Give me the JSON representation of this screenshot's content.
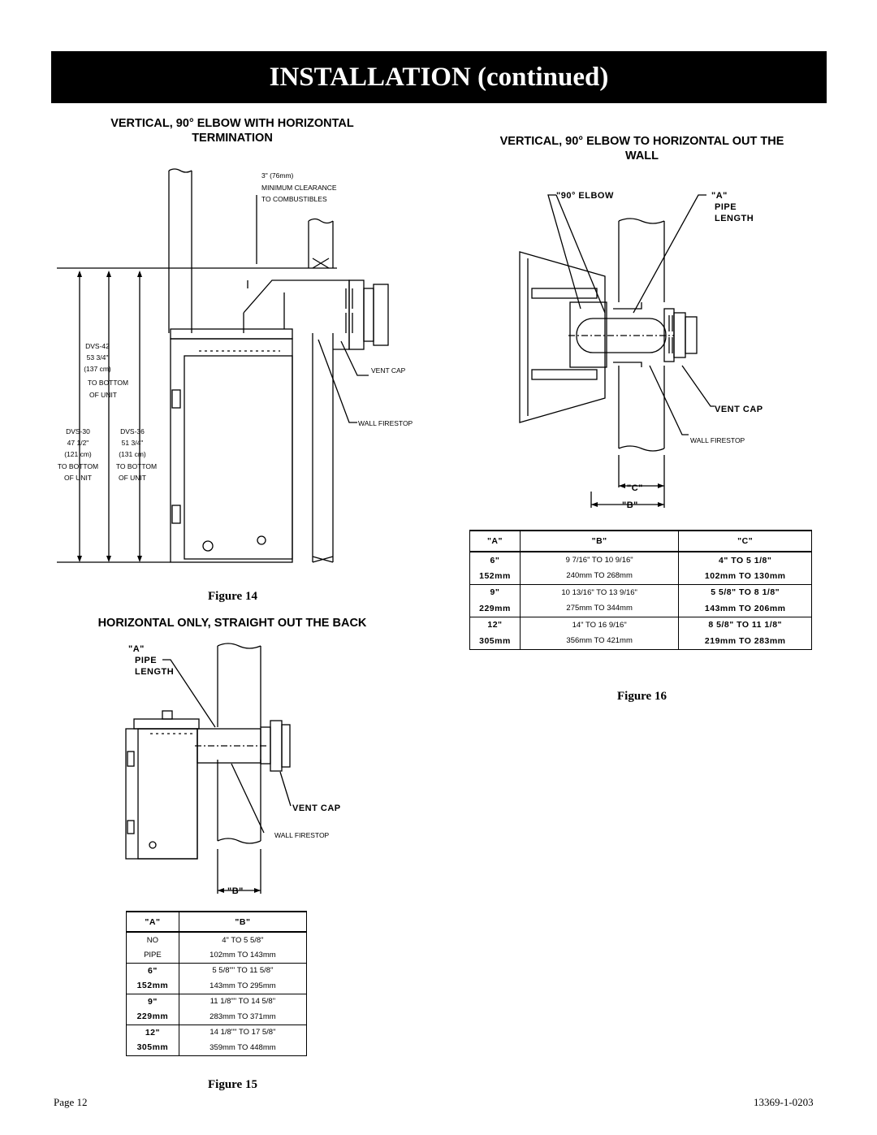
{
  "header": {
    "title": "INSTALLATION (continued)"
  },
  "sections": {
    "left_top": {
      "heading_line1": "VERTICAL, 90° ELBOW WITH HORIZONTAL",
      "heading_line2": "TERMINATION"
    },
    "right_top": {
      "heading_line1": "VERTICAL, 90° ELBOW TO HORIZONTAL OUT THE",
      "heading_line2": "WALL"
    },
    "left_bottom": {
      "heading": "HORIZONTAL ONLY, STRAIGHT OUT THE BACK"
    }
  },
  "figure14": {
    "caption": "Figure 14",
    "clearance": [
      "3\" (76mm)",
      "MINIMUM CLEARANCE",
      "TO COMBUSTIBLES"
    ],
    "dvs42": [
      "DVS-42",
      "53 3/4\"",
      "(137 cm)",
      "TO BOTTOM",
      "OF UNIT"
    ],
    "dvs30": [
      "DVS-30",
      "47 1/2\"",
      "(121 cm)",
      "TO BOTTOM",
      "OF UNIT"
    ],
    "dvs36": [
      "DVS-36",
      "51 3/4\"",
      "(131 cm)",
      "TO BOTTOM",
      "OF UNIT"
    ],
    "vent_cap": "VENT CAP",
    "wall_firestop": "WALL FIRESTOP"
  },
  "figure15": {
    "caption": "Figure 15",
    "label_a": "\"A\"",
    "label_pipe": "PIPE",
    "label_length": "LENGTH",
    "vent_cap": "VENT CAP",
    "wall_firestop": "WALL FIRESTOP",
    "dim_b": "\"B\"",
    "table": {
      "headers": [
        "\"A\"",
        "\"B\""
      ],
      "rows": [
        {
          "a": "NO",
          "b": "4\" TO 5 5/8\""
        },
        {
          "a": "PIPE",
          "b": "102mm TO 143mm"
        },
        {
          "a": "6\"",
          "b": "5 5/8\"\" TO 11 5/8\""
        },
        {
          "a": "152mm",
          "b": "143mm TO 295mm"
        },
        {
          "a": "9\"",
          "b": "11 1/8\"\" TO 14 5/8\""
        },
        {
          "a": "229mm",
          "b": "283mm TO 371mm"
        },
        {
          "a": "12\"",
          "b": "14 1/8\"\" TO 17 5/8\""
        },
        {
          "a": "305mm",
          "b": "359mm TO 448mm"
        }
      ]
    }
  },
  "figure16": {
    "caption": "Figure 16",
    "label_elbow": "\"90° ELBOW",
    "label_a": "\"A\"",
    "label_pipe": "PIPE",
    "label_length": "LENGTH",
    "vent_cap": "VENT CAP",
    "wall_firestop": "WALL FIRESTOP",
    "dim_c": "\"C\"",
    "dim_b": "\"B\"",
    "table": {
      "headers": [
        "\"A\"",
        "\"B\"",
        "\"C\""
      ],
      "rows": [
        {
          "a": "6\"",
          "b": "9 7/16\" TO 10 9/16\"",
          "c": "4\" TO 5 1/8\""
        },
        {
          "a": "152mm",
          "b": "240mm TO 268mm",
          "c": "102mm TO 130mm"
        },
        {
          "a": "9\"",
          "b": "10 13/16\" TO 13 9/16\"",
          "c": "5 5/8\" TO 8 1/8\""
        },
        {
          "a": "229mm",
          "b": "275mm TO 344mm",
          "c": "143mm TO 206mm"
        },
        {
          "a": "12\"",
          "b": "14\" TO 16 9/16\"",
          "c": "8 5/8\" TO 11 1/8\""
        },
        {
          "a": "305mm",
          "b": "356mm TO 421mm",
          "c": "219mm TO 283mm"
        }
      ]
    }
  },
  "footer": {
    "page": "Page 12",
    "doc_number": "13369-1-0203"
  }
}
